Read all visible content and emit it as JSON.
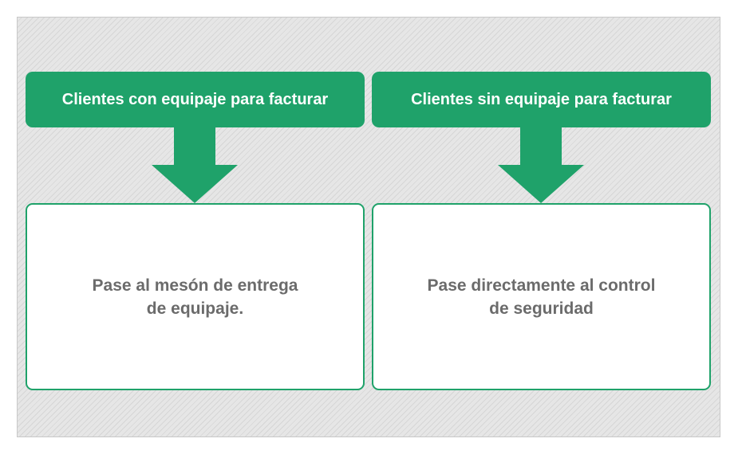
{
  "colors": {
    "accent": "#1fa26a",
    "body_text": "#6b6b6b",
    "background": "#e4e4e4"
  },
  "columns": [
    {
      "header": "Clientes con equipaje para facturar",
      "body_lines": [
        "Pase al mesón de entrega",
        "de equipaje."
      ]
    },
    {
      "header": "Clientes sin equipaje para facturar",
      "body_lines": [
        "Pase directamente al control",
        "de seguridad"
      ]
    }
  ]
}
